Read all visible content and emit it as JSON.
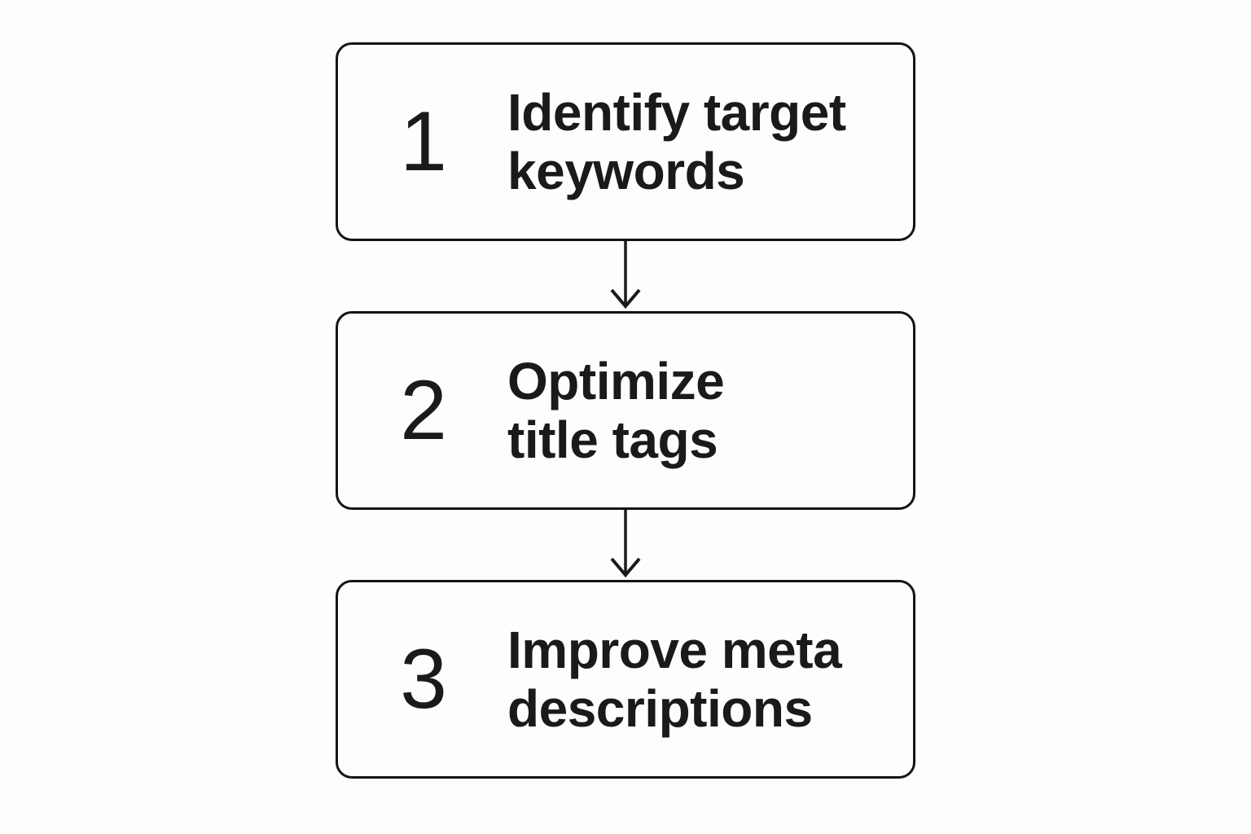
{
  "page": {
    "background_color": "#fdfdfd",
    "ink_color": "#1a1a1a"
  },
  "flowchart": {
    "steps": [
      {
        "number": "1",
        "label": "Identify target\nkeywords"
      },
      {
        "number": "2",
        "label": "Optimize\ntitle tags"
      },
      {
        "number": "3",
        "label": "Improve meta\ndescriptions"
      }
    ],
    "connectors": [
      {
        "icon": "arrow-down-icon"
      },
      {
        "icon": "arrow-down-icon"
      }
    ]
  }
}
